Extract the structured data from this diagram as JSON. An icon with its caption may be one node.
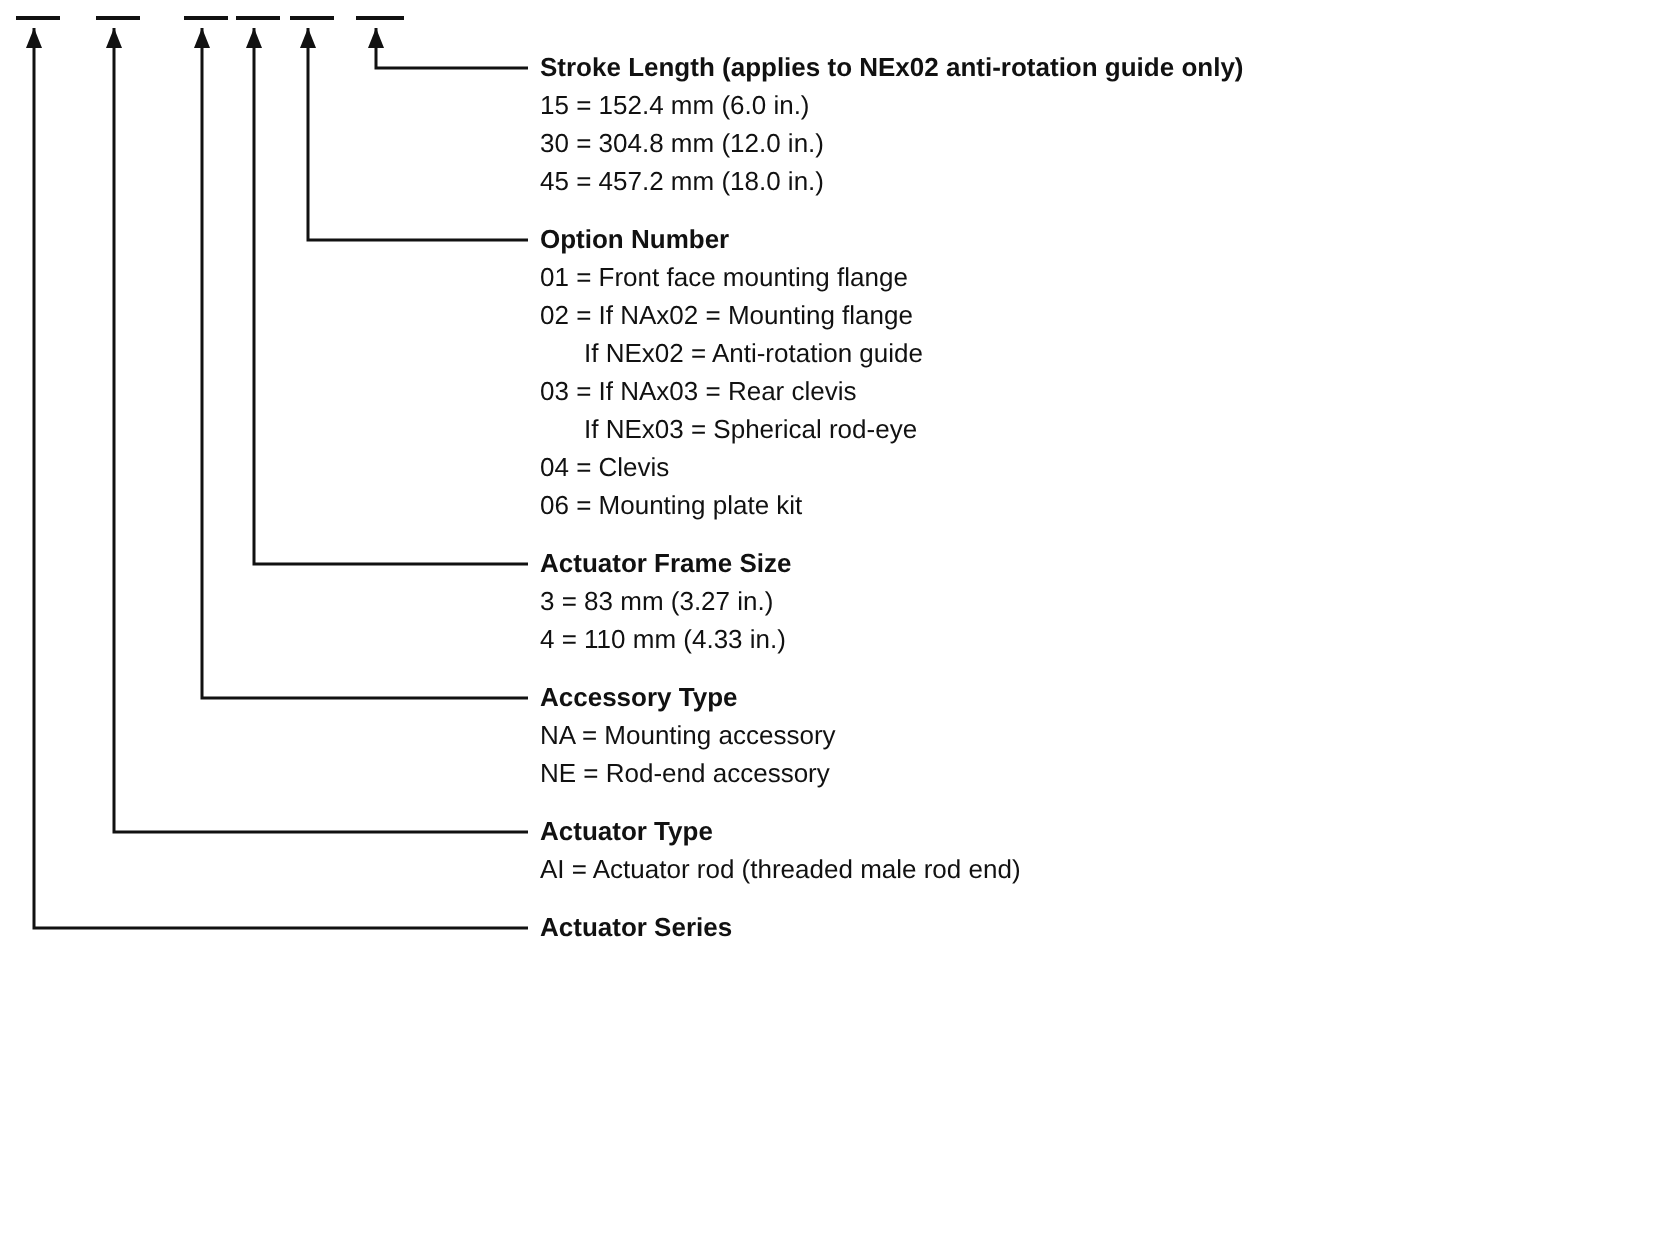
{
  "diagram": {
    "nodes": [
      {
        "text": [],
        "shape": "bar"
      },
      {
        "text": [],
        "shape": "bar"
      },
      {
        "text": [],
        "shape": "bar"
      },
      {
        "text": [],
        "shape": "bar"
      },
      {
        "text": [],
        "shape": "bar"
      },
      {
        "text": [],
        "shape": "bar"
      },
      {
        "text": [
          "Stroke Length (applies to NEx02 anti-rotation guide only)",
          "15 = 152.4 mm (6.0 in.)",
          "30 = 304.8 mm (12.0 in.)",
          "45 = 457.2 mm (18.0 in.)"
        ]
      },
      {
        "text": [
          "Option Number",
          "01 = Front face mounting flange",
          "02 = If NAx02 = Mounting flange",
          "If NEx02 = Anti-rotation guide",
          "03 = If NAx03 = Rear clevis",
          "If NEx03 = Spherical rod-eye",
          "04 = Clevis",
          "06 = Mounting plate kit"
        ]
      },
      {
        "text": [
          "Actuator Frame Size",
          "3 = 83 mm (3.27 in.)",
          "4 = 110 mm (4.33 in.)"
        ]
      },
      {
        "text": [
          "Accessory Type",
          "NA = Mounting accessory",
          "NE = Rod-end accessory"
        ]
      },
      {
        "text": [
          "Actuator Type",
          "AI = Actuator rod (threaded male rod end)"
        ]
      },
      {
        "text": [
          "Actuator Series"
        ]
      }
    ],
    "edges": [
      {
        "from": 6,
        "to": 5,
        "arrow": "to"
      },
      {
        "from": 7,
        "to": 4,
        "arrow": "to"
      },
      {
        "from": 8,
        "to": 3,
        "arrow": "to"
      },
      {
        "from": 9,
        "to": 2,
        "arrow": "to"
      },
      {
        "from": 10,
        "to": 1,
        "arrow": "to"
      },
      {
        "from": 11,
        "to": 0,
        "arrow": "to"
      }
    ]
  }
}
